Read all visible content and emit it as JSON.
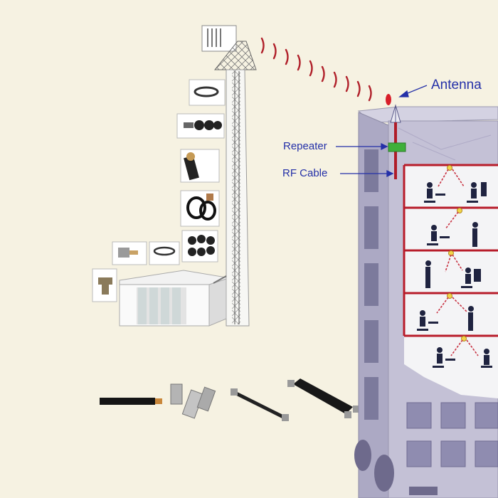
{
  "labels": {
    "antenna": "Antenna",
    "repeater": "Repeater",
    "rf_cable": "RF Cable"
  },
  "colors": {
    "background": "#f6f2e2",
    "label_text": "#2430a8",
    "signal_wave": "#b0202a",
    "building_wall": "#b8b5cc",
    "floor_frame": "#b81c2a",
    "repeater": "#3fb03a",
    "cable": "#b01c28"
  },
  "icons": [
    "cell-tower",
    "signal-waves",
    "building",
    "antenna",
    "repeater-box",
    "rf-cable",
    "power-splitter",
    "connector"
  ]
}
